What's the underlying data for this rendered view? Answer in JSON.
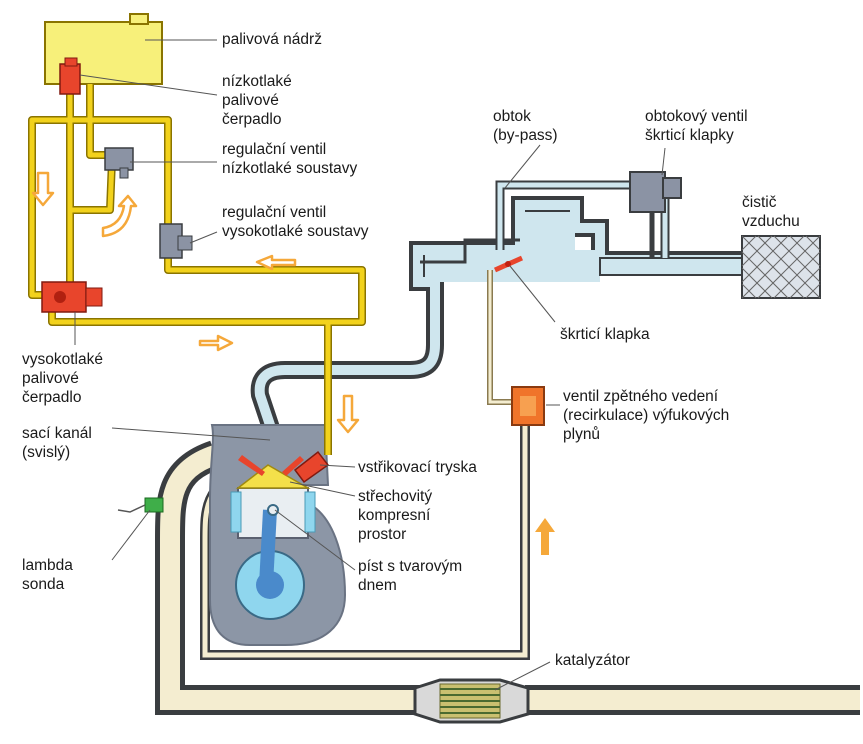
{
  "labels": {
    "tank": "palivová nádrž",
    "lp_pump": "nízkotlaké\npalivové\nčerpadlo",
    "lp_regulator": "regulační ventil\nnízkotlaké soustavy",
    "hp_regulator": "regulační ventil\nvysokotlaké soustavy",
    "hp_pump": "vysokotlaké\npalivové\nčerpadlo",
    "intake": "sací kanál\n(svislý)",
    "lambda": "lambda\nsonda",
    "bypass": "obtok\n(by-pass)",
    "bypass_valve": "obtokový ventil\nškrticí klapky",
    "air_filter": "čistič\nvzduchu",
    "throttle": "škrticí klapka",
    "egr": "ventil zpětného vedení\n(recirkulace) výfukových\nplynů",
    "injector": "vstřikovací tryska",
    "chamber": "střechovitý\nkompresní\nprostor",
    "piston": "píst s tvarovým\ndnem",
    "catalyst": "katalyzátor"
  },
  "colors": {
    "fuel_line": "#f2d21c",
    "fuel_outline": "#8a7400",
    "tank": "#f7f07a",
    "pump_red": "#e8452c",
    "valve_grey": "#8b93a4",
    "air_pipe": "#cfe6ee",
    "dark_pipe": "#3a3d40",
    "exhaust": "#f4edd0",
    "engine": "#8c96a6",
    "arrow": "#f5a83a",
    "egr_valve": "#f0742a",
    "lambda_green": "#3fae49"
  }
}
